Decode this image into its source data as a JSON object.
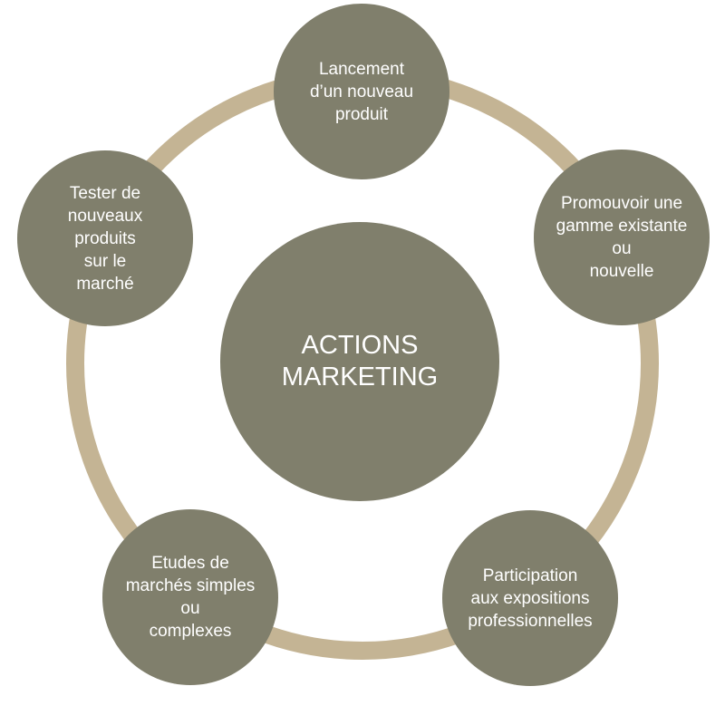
{
  "colors": {
    "ring": "#c4b494",
    "circle_fill": "#807f6c",
    "text": "#ffffff"
  },
  "center": {
    "lines": [
      "ACTIONS",
      "MARKETING"
    ]
  },
  "nodes": [
    {
      "lines": [
        "Lancement",
        "d’un nouveau",
        "produit"
      ]
    },
    {
      "lines": [
        "Promouvoir une",
        "gamme existante",
        "ou",
        "nouvelle"
      ]
    },
    {
      "lines": [
        "Participation",
        "aux expositions",
        "professionnelles"
      ]
    },
    {
      "lines": [
        "Etudes de",
        "marchés simples",
        "ou",
        "complexes"
      ]
    },
    {
      "lines": [
        "Tester de",
        "nouveaux",
        "produits",
        "sur le",
        "marché"
      ]
    }
  ]
}
